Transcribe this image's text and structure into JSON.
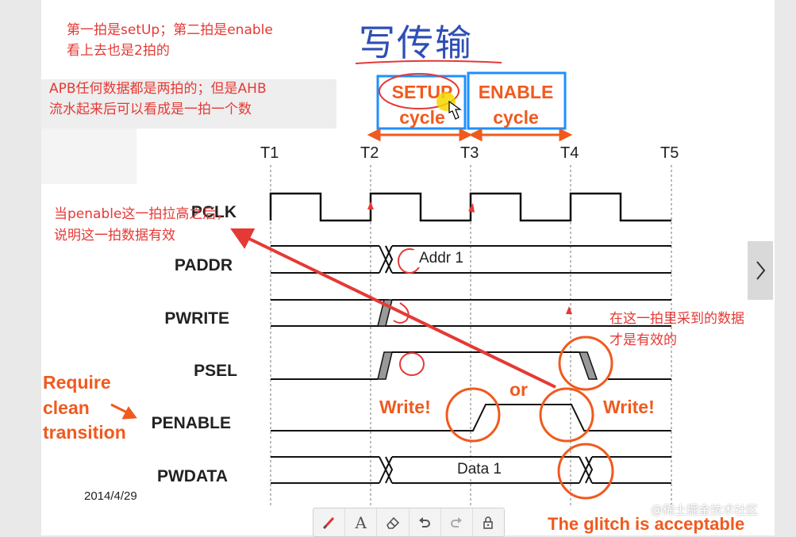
{
  "notes": {
    "top_line1": "第一拍是setUp；第二拍是enable",
    "top_line2": "看上去也是2拍的",
    "apb_line1": "APB任何数据都是两拍的；但是AHB",
    "apb_line2": "流水起来后可以看成是一拍一个数",
    "penable_line1": "当penable这一拍拉高之后，",
    "penable_line2": "说明这一拍数据有效",
    "sample_line1": "在这一拍里采到的数据",
    "sample_line2": "才是有效的"
  },
  "title": "写传输",
  "setup": {
    "line1": "SETUP",
    "line2": "cycle"
  },
  "enable": {
    "line1": "ENABLE",
    "line2": "cycle"
  },
  "time_labels": [
    "T1",
    "T2",
    "T3",
    "T4",
    "T5"
  ],
  "signals": [
    "PCLK",
    "PADDR",
    "PWRITE",
    "PSEL",
    "PENABLE",
    "PWDATA"
  ],
  "bus_values": {
    "addr": "Addr 1",
    "data": "Data 1"
  },
  "annotations": {
    "write_left": "Write!",
    "or": "or",
    "write_right": "Write!",
    "require1": "Require",
    "require2": "clean",
    "require3": "transition",
    "glitch": "The glitch is acceptable"
  },
  "date": "2014/4/29",
  "watermark": "@稀土掘金技术社区",
  "toolbar": [
    "pen-tool",
    "text-tool",
    "eraser-tool",
    "undo",
    "redo",
    "lock"
  ],
  "colors": {
    "annotation_red": "#e53935",
    "orange": "#f05a1e",
    "title_blue": "#2f4fb5",
    "box_blue": "#1e90ff"
  }
}
